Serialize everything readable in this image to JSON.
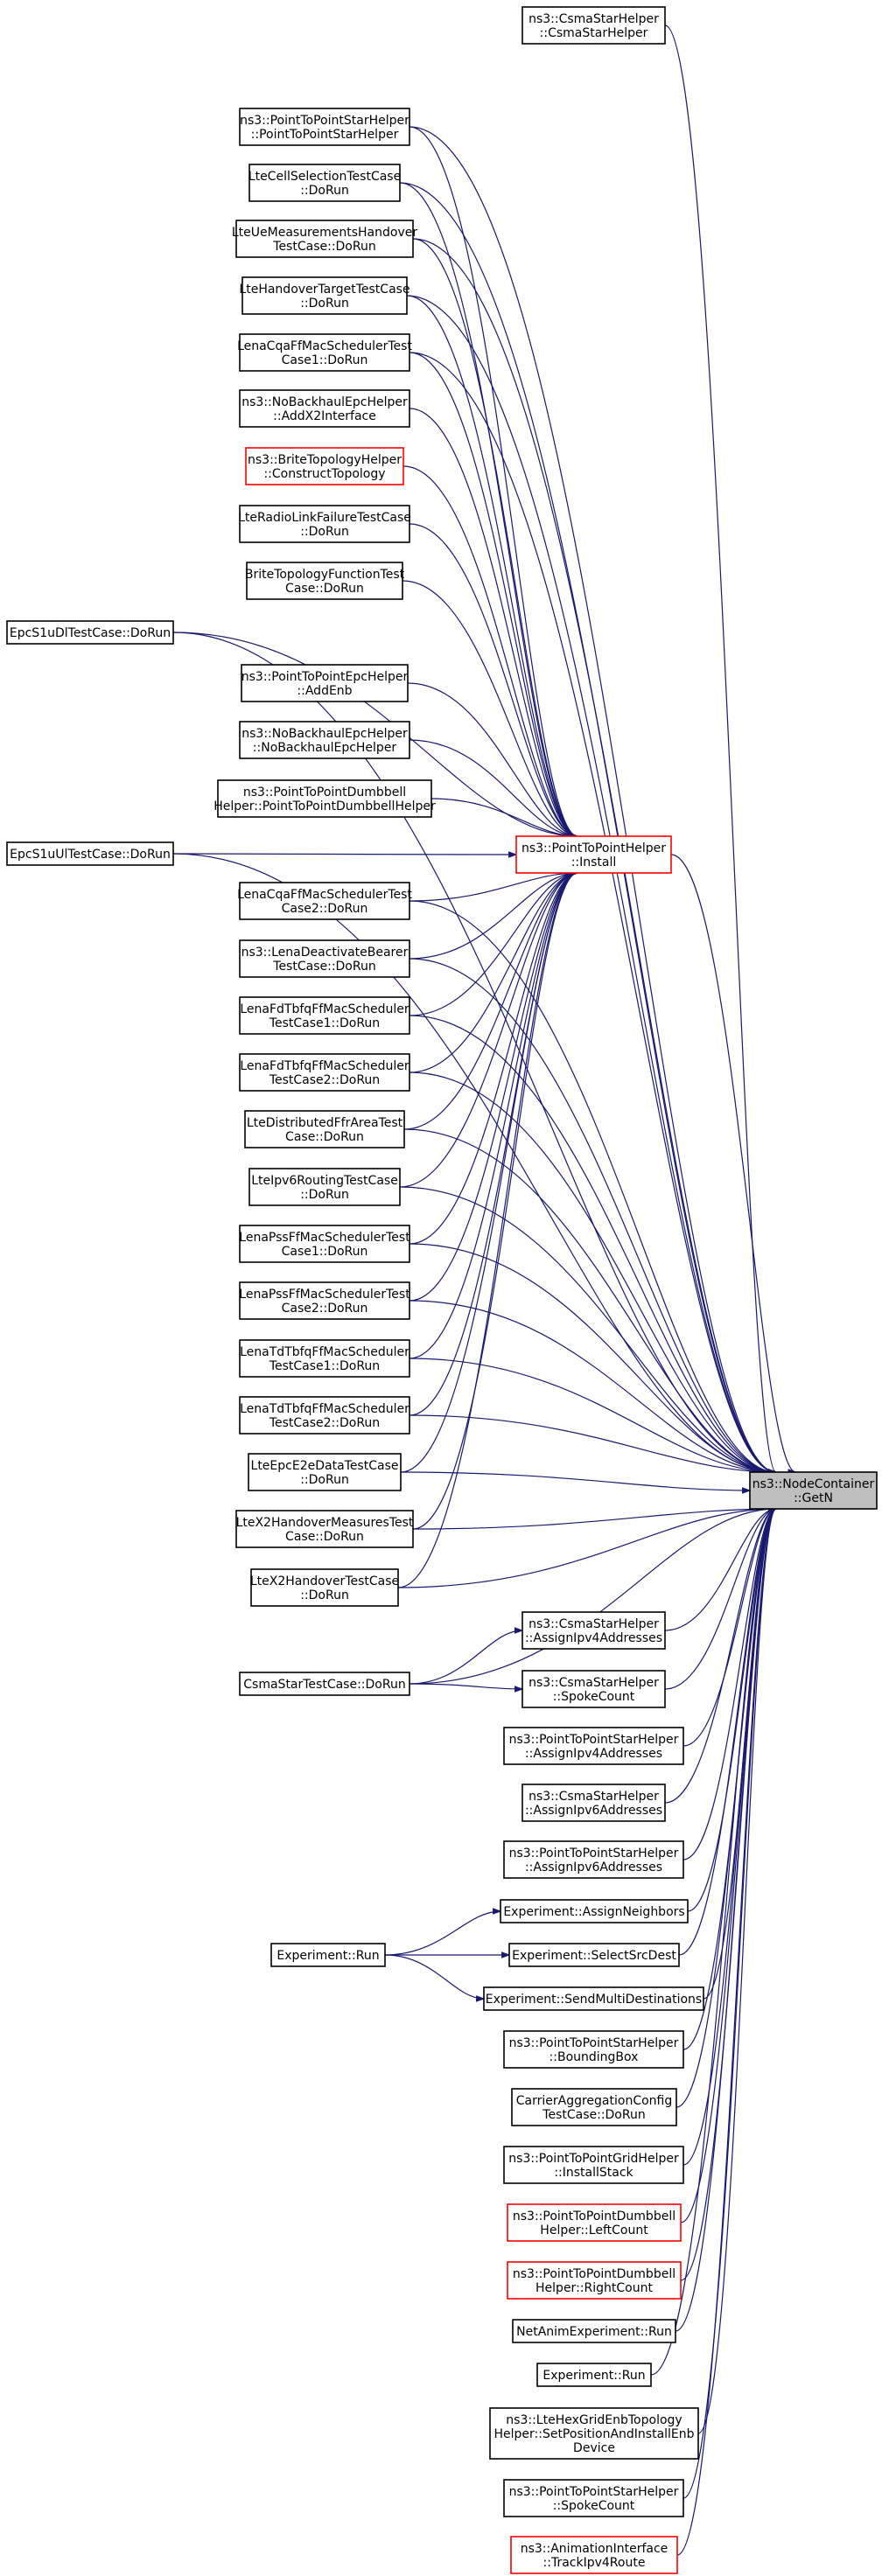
{
  "colors": {
    "edge": "#191970",
    "box_border": "#000000",
    "truncated_border": "#ff0000",
    "focus_fill": "#bfbfbf",
    "background": "#ffffff"
  },
  "nodes": {
    "getn": [
      "ns3::NodeContainer",
      "::GetN"
    ],
    "p2p_install": [
      "ns3::PointToPointHelper",
      "::Install"
    ],
    "s1dl": [
      "EpcS1uDlTestCase::DoRun"
    ],
    "s1ul": [
      "EpcS1uUlTestCase::DoRun"
    ],
    "csmastartc": [
      "CsmaStarTestCase::DoRun"
    ],
    "exp_run": [
      "Experiment::Run"
    ],
    "csmastar_ctor": [
      "ns3::CsmaStarHelper",
      "::CsmaStarHelper"
    ],
    "p2pstar_ctor": [
      "ns3::PointToPointStarHelper",
      "::PointToPointStarHelper"
    ],
    "ltecellsel": [
      "LteCellSelectionTestCase",
      "::DoRun"
    ],
    "lteuemeas": [
      "LteUeMeasurementsHandover",
      "TestCase::DoRun"
    ],
    "ltehotarget": [
      "LteHandoverTargetTestCase",
      "::DoRun"
    ],
    "lenacqa1": [
      "LenaCqaFfMacSchedulerTest",
      "Case1::DoRun"
    ],
    "nobackhaul_x2": [
      "ns3::NoBackhaulEpcHelper",
      "::AddX2Interface"
    ],
    "brite_construct": [
      "ns3::BriteTopologyHelper",
      "::ConstructTopology"
    ],
    "lterlf": [
      "LteRadioLinkFailureTestCase",
      "::DoRun"
    ],
    "britefunc": [
      "BriteTopologyFunctionTest",
      "Case::DoRun"
    ],
    "p2pepc_addenb": [
      "ns3::PointToPointEpcHelper",
      "::AddEnb"
    ],
    "nobackhaul_ctor": [
      "ns3::NoBackhaulEpcHelper",
      "::NoBackhaulEpcHelper"
    ],
    "p2pdumbbell_ctor": [
      "ns3::PointToPointDumbbell",
      "Helper::PointToPointDumbbellHelper"
    ],
    "lenacqa2": [
      "LenaCqaFfMacSchedulerTest",
      "Case2::DoRun"
    ],
    "lenadeact": [
      "ns3::LenaDeactivateBearer",
      "TestCase::DoRun"
    ],
    "lenafdtbfq1": [
      "LenaFdTbfqFfMacScheduler",
      "TestCase1::DoRun"
    ],
    "lenafdtbfq2": [
      "LenaFdTbfqFfMacScheduler",
      "TestCase2::DoRun"
    ],
    "ltedistffr": [
      "LteDistributedFfrAreaTest",
      "Case::DoRun"
    ],
    "lteipv6": [
      "LteIpv6RoutingTestCase",
      "::DoRun"
    ],
    "lenapss1": [
      "LenaPssFfMacSchedulerTest",
      "Case1::DoRun"
    ],
    "lenapss2": [
      "LenaPssFfMacSchedulerTest",
      "Case2::DoRun"
    ],
    "lenatdtbfq1": [
      "LenaTdTbfqFfMacScheduler",
      "TestCase1::DoRun"
    ],
    "lenatdtbfq2": [
      "LenaTdTbfqFfMacScheduler",
      "TestCase2::DoRun"
    ],
    "lteepce2e": [
      "LteEpcE2eDataTestCase",
      "::DoRun"
    ],
    "ltex2meas": [
      "LteX2HandoverMeasuresTest",
      "Case::DoRun"
    ],
    "ltex2ho": [
      "LteX2HandoverTestCase",
      "::DoRun"
    ],
    "csmastar_ipv4": [
      "ns3::CsmaStarHelper",
      "::AssignIpv4Addresses"
    ],
    "csmastar_spoke": [
      "ns3::CsmaStarHelper",
      "::SpokeCount"
    ],
    "p2pstar_ipv4": [
      "ns3::PointToPointStarHelper",
      "::AssignIpv4Addresses"
    ],
    "csmastar_ipv6": [
      "ns3::CsmaStarHelper",
      "::AssignIpv6Addresses"
    ],
    "p2pstar_ipv6": [
      "ns3::PointToPointStarHelper",
      "::AssignIpv6Addresses"
    ],
    "exp_neighbors": [
      "Experiment::AssignNeighbors"
    ],
    "exp_srcdest": [
      "Experiment::SelectSrcDest"
    ],
    "exp_multidest": [
      "Experiment::SendMultiDestinations"
    ],
    "p2pstar_bbox": [
      "ns3::PointToPointStarHelper",
      "::BoundingBox"
    ],
    "carrieragg": [
      "CarrierAggregationConfig",
      "TestCase::DoRun"
    ],
    "p2pgrid_stack": [
      "ns3::PointToPointGridHelper",
      "::InstallStack"
    ],
    "p2pdumbbell_left": [
      "ns3::PointToPointDumbbell",
      "Helper::LeftCount"
    ],
    "p2pdumbbell_right": [
      "ns3::PointToPointDumbbell",
      "Helper::RightCount"
    ],
    "netanim_run": [
      "NetAnimExperiment::Run"
    ],
    "exp_run2": [
      "Experiment::Run"
    ],
    "ltehexgrid": [
      "ns3::LteHexGridEnbTopology",
      "Helper::SetPositionAndInstallEnb",
      "Device"
    ],
    "p2pstar_spoke": [
      "ns3::PointToPointStarHelper",
      "::SpokeCount"
    ],
    "animiface": [
      "ns3::AnimationInterface",
      "::TrackIpv4Route"
    ]
  }
}
